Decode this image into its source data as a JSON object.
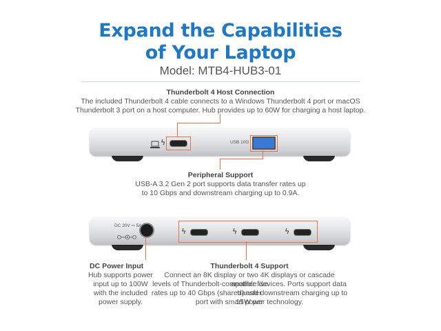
{
  "title": {
    "line1": "Expand the Capabilities",
    "line2": "of Your Laptop"
  },
  "model": "Model: MTB4-HUB3-01",
  "host": {
    "heading": "Thunderbolt 4 Host Connection",
    "line1": "The included Thunderbolt 4 cable connects to a Windows Thunderbolt 4 port or macOS",
    "line2": "Thunderbolt 3 port on a host computer. Hub provides up to 60W for charging a host laptop."
  },
  "peripheral": {
    "heading": "Peripheral Support",
    "line1": "USB-A 3.2 Gen 2 port supports data transfer rates up",
    "line2": "to 10 Gbps and downstream charging up to 0.9A."
  },
  "hub_front": {
    "usb_label": "USB 10G"
  },
  "hub_back": {
    "dc_label": "DC 20V ⎓ 5A"
  },
  "dc": {
    "heading": "DC Power Input",
    "line1": "Hub supports power",
    "line2": "input up to 100W",
    "line3": "with the included",
    "line4": "power supply."
  },
  "tb4": {
    "heading": "Thunderbolt 4 Support",
    "line1": "Connect an 8K display or two 4K displays or cascade another five",
    "line2": "levels of Thunderbolt-compatible devices. Ports support data transfer",
    "line3": "rates up to 40 Gbps (shared) and downstream charging up to 15W per",
    "line4": "port with smart power technology."
  },
  "icons": {
    "laptop": "laptop-icon",
    "bolt": "thunderbolt-icon",
    "dc_polarity": "dc-polarity-icon"
  },
  "colors": {
    "title": "#1f78c1",
    "callout": "#e8704a",
    "usb_a": "#3a7ad6"
  }
}
